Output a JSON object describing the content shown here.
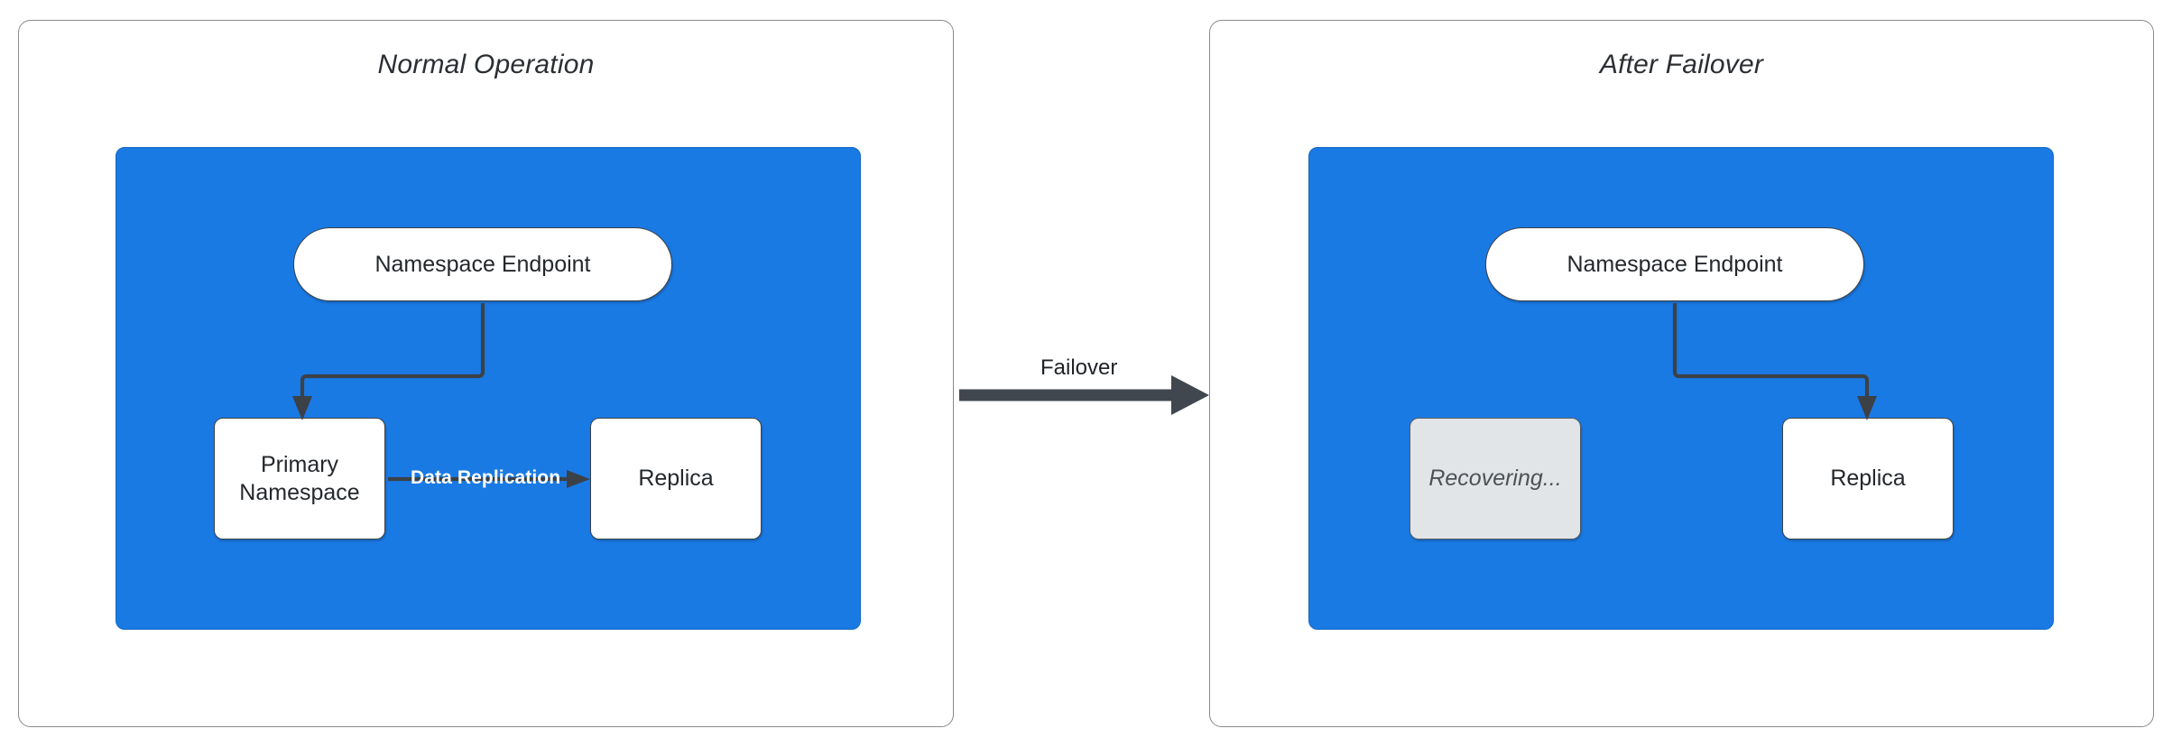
{
  "diagram": {
    "title_semantic": "namespace-failover-diagram",
    "colors": {
      "zone_blue": "#1a7ae4",
      "node_white": "#ffffff",
      "node_muted_gray": "#e2e5e7",
      "stroke_dark": "#3c4147",
      "panel_border": "#8a8a8a",
      "label_white": "#ffffff"
    }
  },
  "panels": [
    {
      "id": "normal-operation",
      "title": "Normal Operation",
      "nodes": [
        {
          "id": "endpoint",
          "label": "Namespace Endpoint",
          "shape": "pill",
          "state": "active"
        },
        {
          "id": "primary",
          "label": "Primary\nNamespace",
          "shape": "box",
          "state": "active"
        },
        {
          "id": "replica",
          "label": "Replica",
          "shape": "box",
          "state": "active"
        }
      ],
      "edges": [
        {
          "from": "endpoint",
          "to": "primary",
          "label": "",
          "style": "elbow-arrow"
        },
        {
          "from": "primary",
          "to": "replica",
          "label": "Data Replication",
          "style": "straight-arrow"
        }
      ]
    },
    {
      "id": "after-failover",
      "title": "After Failover",
      "nodes": [
        {
          "id": "endpoint",
          "label": "Namespace Endpoint",
          "shape": "pill",
          "state": "active"
        },
        {
          "id": "recovering",
          "label": "Recovering...",
          "shape": "box",
          "state": "muted"
        },
        {
          "id": "replica",
          "label": "Replica",
          "shape": "box",
          "state": "active"
        }
      ],
      "edges": [
        {
          "from": "endpoint",
          "to": "replica",
          "label": "",
          "style": "elbow-arrow"
        }
      ]
    }
  ],
  "transition": {
    "label": "Failover",
    "from_panel": "normal-operation",
    "to_panel": "after-failover",
    "style": "thick-arrow"
  },
  "labels": {
    "primary_line1": "Primary",
    "primary_line2": "Namespace",
    "data_replication": "Data Replication",
    "failover": "Failover",
    "recovering": "Recovering...",
    "replica": "Replica",
    "namespace_endpoint": "Namespace Endpoint"
  }
}
